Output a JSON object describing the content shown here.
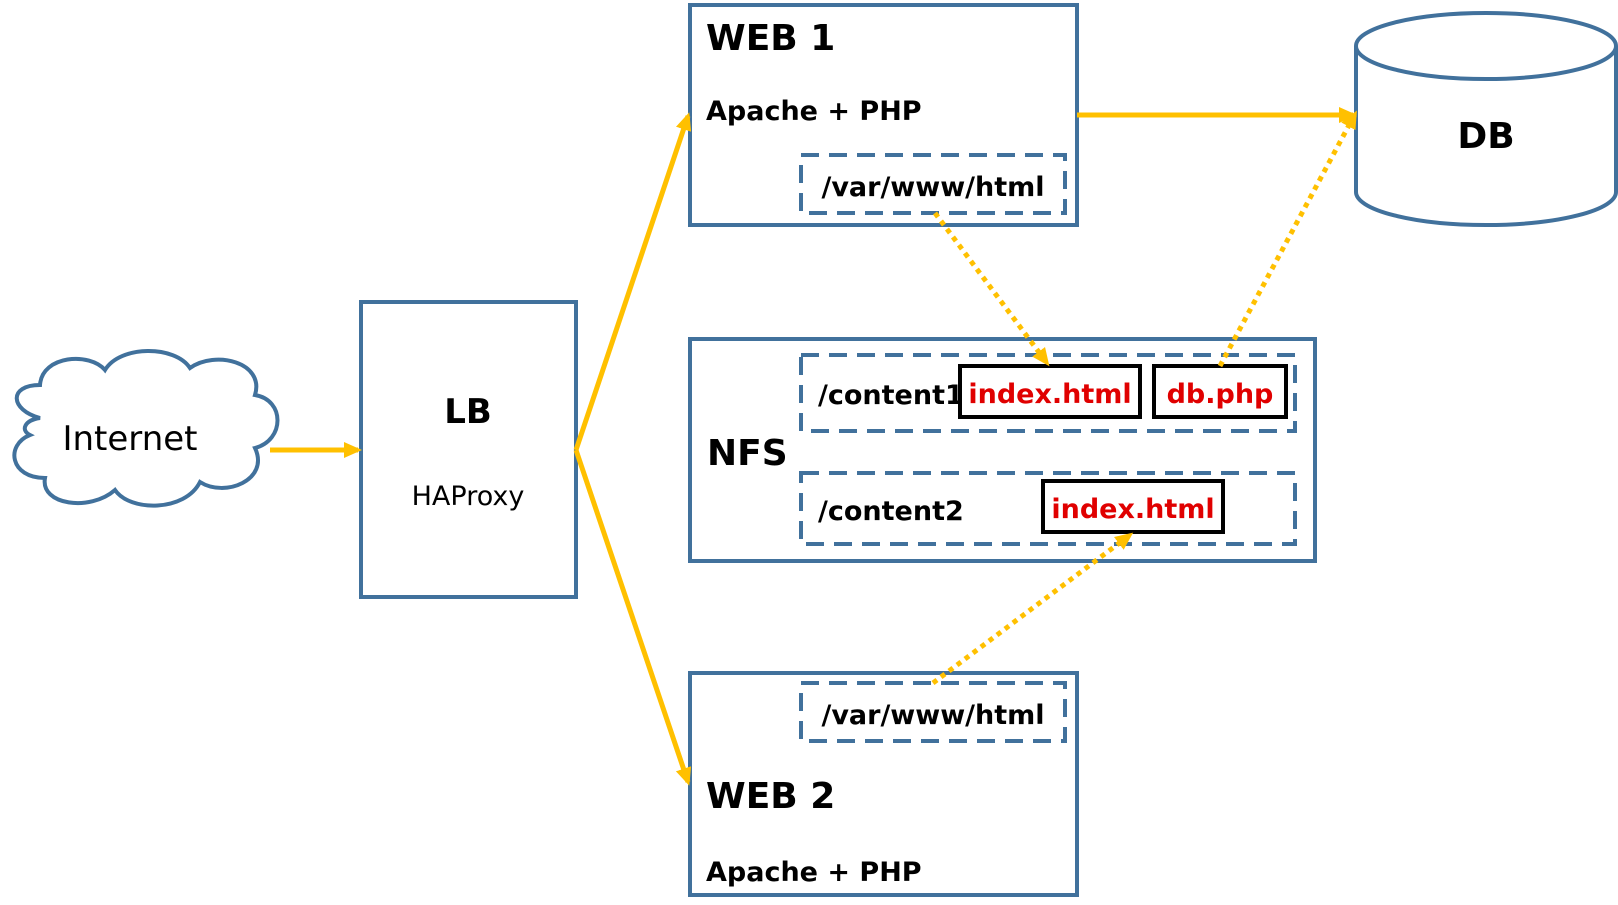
{
  "nodes": {
    "internet": {
      "label": "Internet"
    },
    "lb": {
      "title": "LB",
      "subtitle": "HAProxy"
    },
    "web1": {
      "title": "WEB 1",
      "stack": "Apache + PHP",
      "dir": "/var/www/html"
    },
    "web2": {
      "title": "WEB 2",
      "stack": "Apache + PHP",
      "dir": "/var/www/html"
    },
    "nfs": {
      "title": "NFS",
      "content1": {
        "label": "/content1",
        "files": [
          "index.html",
          "db.php"
        ]
      },
      "content2": {
        "label": "/content2",
        "files": [
          "index.html"
        ]
      }
    },
    "db": {
      "label": "DB"
    }
  },
  "colors": {
    "box_border": "#41719c",
    "arrow": "#ffc000",
    "file_text": "#e00000",
    "file_border": "#000000"
  }
}
